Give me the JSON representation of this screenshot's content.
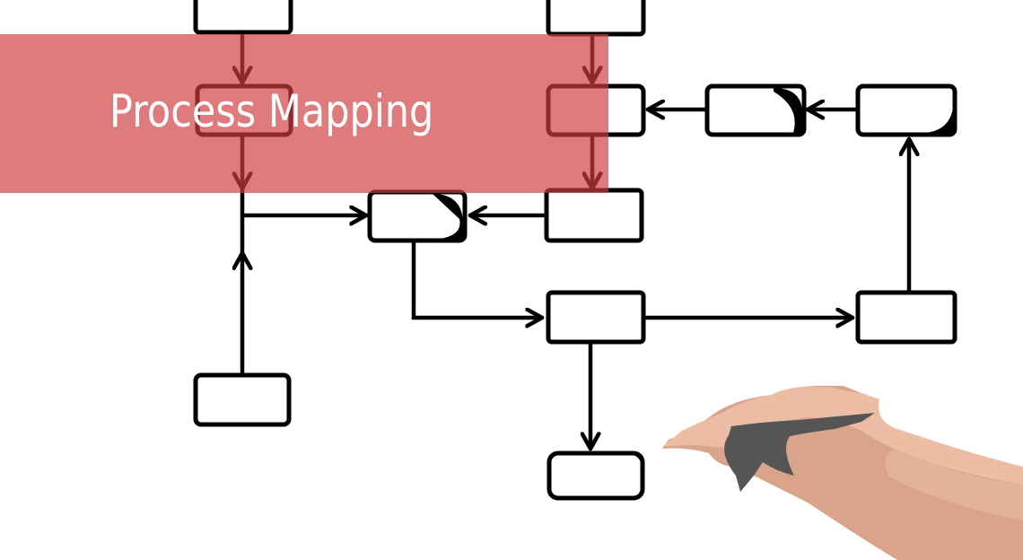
{
  "banner": {
    "title": "Process Mapping",
    "color": "#DB7777"
  },
  "illustration": {
    "subject": "hand-drawn process flowchart with a hand holding a marker",
    "box_count": 13,
    "stroke_color": "#000000",
    "box_fill": "#ffffff",
    "hand_colors": [
      "#EBB9A3",
      "#D4A088",
      "#5A5A5A"
    ]
  }
}
